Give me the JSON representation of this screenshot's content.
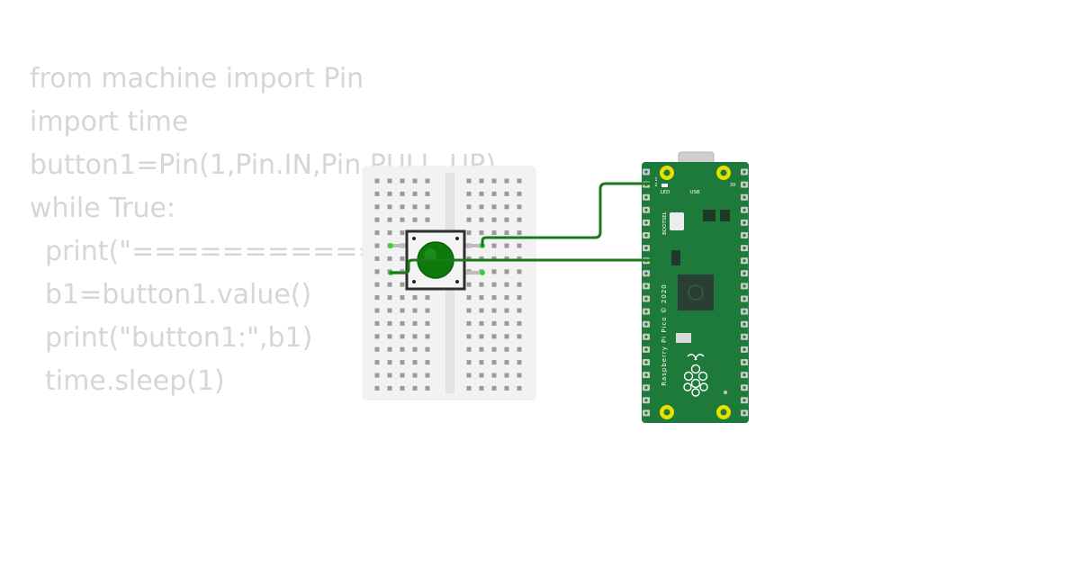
{
  "code": {
    "lines": [
      "from machine import Pin",
      "import time",
      "button1=Pin(1,Pin.IN,Pin.PULL_UP)",
      "while True:",
      "print(\"================",
      "b1=button1.value()",
      "print(\"button1:\",b1)",
      "time.sleep(1)"
    ]
  },
  "pico": {
    "led_label": "LED",
    "usb_label": "USB",
    "bootsel_label": "BOOTSEL",
    "board_label": "Raspberry Pi Pico © 2020",
    "pin_left_1": "1",
    "pin_left_2": "2",
    "pin_right_top": "39"
  },
  "colors": {
    "board": "#1e7a3a",
    "breadboard": "#f2f2f2",
    "button_cap": "#0b7a0b",
    "wire": "#1a7a1a",
    "pin_pad": "#e8e000",
    "code_text": "#d6d6d6"
  }
}
